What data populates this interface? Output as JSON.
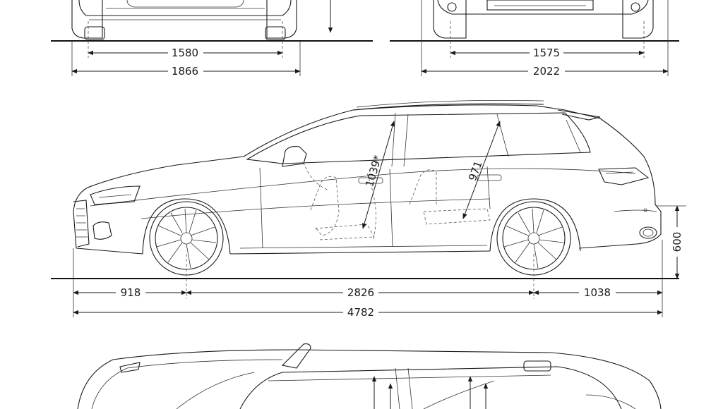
{
  "front_view": {
    "track_width": "1580",
    "overall_width": "1866"
  },
  "rear_view": {
    "track_width": "1575",
    "width_with_mirrors": "2022"
  },
  "side_view": {
    "front_overhang": "918",
    "wheelbase": "2826",
    "rear_overhang": "1038",
    "overall_length": "4782",
    "front_headroom": "1039*",
    "rear_headroom": "971",
    "loading_sill_height": "600"
  }
}
